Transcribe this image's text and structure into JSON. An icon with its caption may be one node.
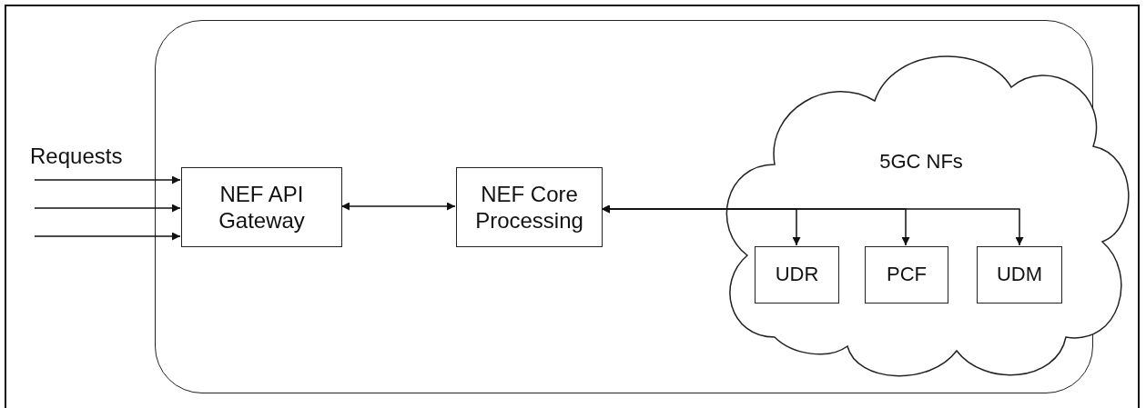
{
  "diagram": {
    "nodes": [
      {
        "text": [],
        "shape": "box"
      },
      {
        "text": [
          "NEF API Gateway"
        ],
        "in": 0
      },
      {
        "text": [
          "NEF Core Processing"
        ],
        "in": 0
      },
      {
        "text": [
          "5GC NFs"
        ],
        "in": 0
      },
      {
        "text": [
          "UDR"
        ],
        "in": 3
      },
      {
        "text": [
          "PCF"
        ],
        "in": 3
      },
      {
        "text": [
          "UDM"
        ],
        "in": 3
      }
    ],
    "edges": [
      {
        "from": null,
        "to": 1,
        "arrow": "to"
      },
      {
        "from": null,
        "to": 1,
        "arrow": "to"
      },
      {
        "from": null,
        "to": 1,
        "arrow": "to"
      },
      {
        "from": 1,
        "to": 2,
        "arrow": "both"
      },
      {
        "from": 2,
        "to": 4,
        "arrow": "both"
      },
      {
        "from": 2,
        "to": 5,
        "arrow": "both"
      },
      {
        "from": 2,
        "to": 6,
        "arrow": "both"
      }
    ],
    "labels": [
      "Requests"
    ]
  }
}
